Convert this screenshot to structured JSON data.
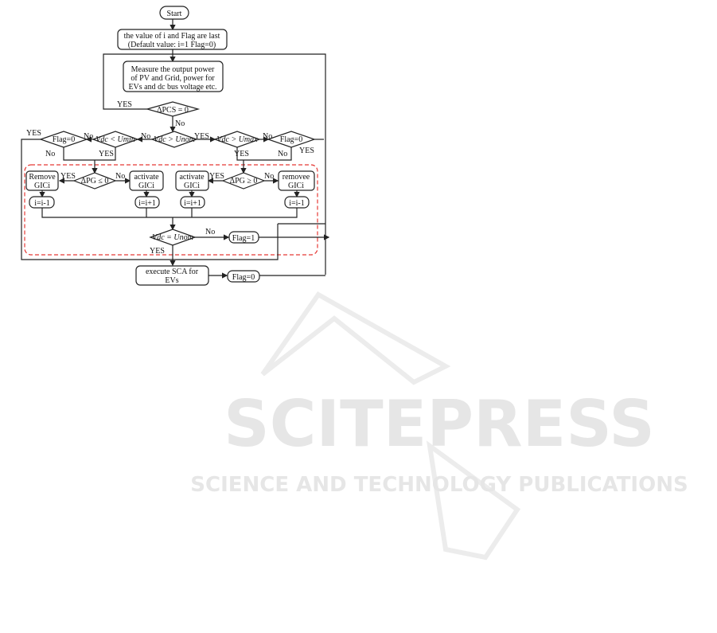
{
  "flowchart": {
    "start": "Start",
    "init": [
      "the value of i and Flag are last",
      "(Default value: i=1 Flag=0)"
    ],
    "measure": [
      "Measure the output power",
      "of PV and Grid, power for",
      "EVs and dc bus voltage etc."
    ],
    "d_pcs": "ΔPCS = 0",
    "d_flag_left": "Flag=0",
    "d_umin": "Vdc < Umin",
    "d_unom": "Vdc > Unom",
    "d_umax": "Vdc > Umax",
    "d_flag_right": "Flag=0",
    "d_pg_le": "ΔPG ≤ 0",
    "d_pg_ge": "ΔPG ≥ 0",
    "remove1": [
      "Remove",
      "GICi"
    ],
    "activate1": [
      "activate",
      "GICi"
    ],
    "activate2": [
      "activate",
      "GICi"
    ],
    "remove2": [
      "removee",
      "GICi"
    ],
    "dec1": "i=i-1",
    "inc1": "i=i+1",
    "inc2": "i=i+1",
    "dec2": "i=i-1",
    "d_eq": "Vdc = Unom",
    "flag1": "Flag=1",
    "execute": [
      "execute SCA for",
      "EVs"
    ],
    "flag0": "Flag=0",
    "yes": "YES",
    "no": "No"
  },
  "watermark": {
    "title": "SCITEPRESS",
    "subtitle": "SCIENCE AND TECHNOLOGY PUBLICATIONS"
  },
  "colors": {
    "dashed_box": "#e53935",
    "watermark": "#e6e6e6"
  }
}
